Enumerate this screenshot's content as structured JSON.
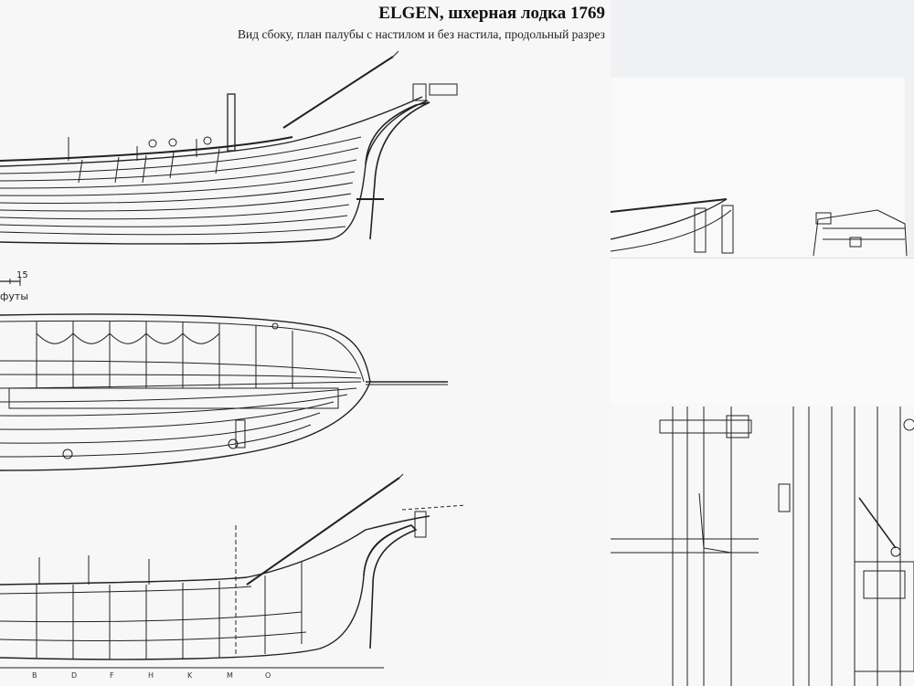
{
  "header": {
    "title": "ELGEN, шхерная лодка 1769",
    "subtitle": "Вид сбоку, план палубы с настилом и без настила, продольный разрез"
  },
  "scale": {
    "value": "15",
    "unit": "футы"
  },
  "stations": [
    "B",
    "D",
    "F",
    "H",
    "K",
    "M",
    "O"
  ]
}
